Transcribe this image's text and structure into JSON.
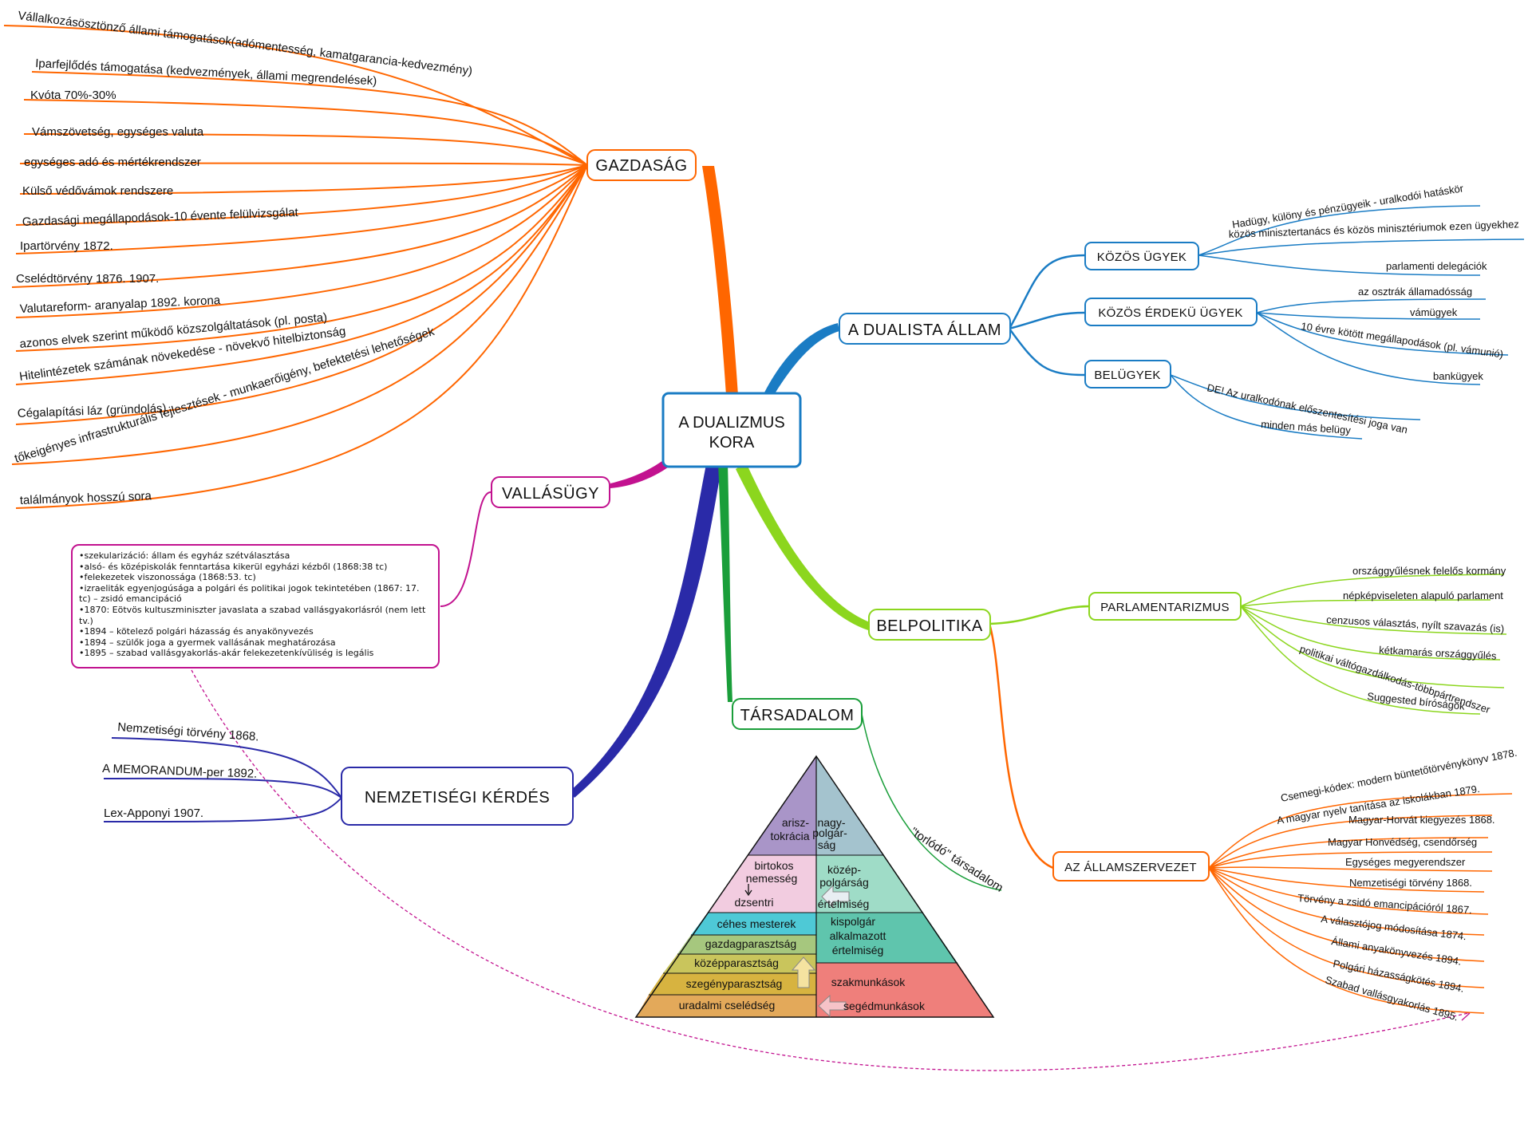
{
  "central": {
    "line1": "A DUALIZMUS",
    "line2": "KORA"
  },
  "gazdasag": {
    "title": "GAZDASÁG",
    "items": [
      "Vállalkozásösztönző állami támogatások(adómentesség, kamatgarancia-kedvezmény)",
      "Iparfejlődés támogatása (kedvezmények, állami megrendelések)",
      "Kvóta 70%-30%",
      "Vámszövetség, egységes valuta",
      "egységes adó és mértékrendszer",
      "Külső védővámok rendszere",
      "Gazdasági megállapodások-10 évente felülvizsgálat",
      "Ipartörvény 1872.",
      "Cselédtörvény 1876. 1907.",
      "Valutareform- aranyalap 1892. korona",
      "azonos elvek szerint működő közszolgáltatások (pl. posta)",
      "Hitelintézetek számának növekedése - növekvő hitelbiztonság",
      "Cégalapítási láz (gründolás)",
      "tőkeigényes infrastrukturális fejlesztések - munkaerőigény, befektetési lehetőségek",
      "találmányok hosszú sora"
    ]
  },
  "vallasugy": {
    "title": "VALLÁSÜGY",
    "notes": [
      "•szekularizáció: állam és egyház szétválasztása",
      "•alsó- és középiskolák fenntartása kikerül egyházi kézből (1868:38 tc)",
      "•felekezetek viszonossága (1868:53. tc)",
      "•izraeliták egyenjogúsága a polgári és politikai jogok tekintetében (1867: 17. tc) – zsidó emancipáció",
      "•1870: Eötvös kultuszminiszter javaslata a szabad vallásgyakorlásról (nem lett tv.)",
      "•1894 – kötelező polgári házasság és anyakönyvezés",
      "•1894 – szülők joga a gyermek vallásának meghatározása",
      "•1895 – szabad vallásgyakorlás-akár felekezetenkívüliség is legális"
    ]
  },
  "nemzetisegi": {
    "title": "NEMZETISÉGI KÉRDÉS",
    "items": [
      "Nemzetiségi törvény 1868.",
      "A MEMORANDUM-per 1892.",
      "Lex-Apponyi 1907."
    ]
  },
  "dualista": {
    "title": "A DUALISTA ÁLLAM",
    "kozos": {
      "title": "KÖZÖS ÜGYEK",
      "items": [
        "Hadügy, különy és pénzügyeik - uralkodói hatáskör",
        "közös minisztertanács és közös minisztériumok ezen ügyekhez",
        "parlamenti delegációk"
      ]
    },
    "kozos_erdeku": {
      "title": "KÖZÖS ÉRDEKÜ ÜGYEK",
      "items": [
        "az osztrák államadósság",
        "vámügyek",
        "10 évre kötött megállapodások (pl. vámunió)",
        "bankügyek"
      ]
    },
    "belugyek": {
      "title": "BELÜGYEK",
      "items": [
        "DE! Az uralkodónak előszentesítési joga van",
        "minden más belügy"
      ]
    }
  },
  "belpolitika": {
    "title": "BELPOLITIKA",
    "parlamentarizmus": {
      "title": "PARLAMENTARIZMUS",
      "items": [
        "országgyűlésnek felelős kormány",
        "népképviseleten alapuló parlament",
        "cenzusos választás, nyílt szavazás (is)",
        "kétkamarás országgyűlés",
        "politikai váltógazdálkodás-többpártrendszer",
        "Suggested bíróságok"
      ]
    },
    "allamszervezet": {
      "title": "AZ ÁLLAMSZERVEZET",
      "items": [
        "Csemegi-kódex: modern büntetőtörvénykönyv 1878.",
        "A magyar nyelv tanítása az iskolákban 1879.",
        "Magyar-Horvát kiegyezés 1868.",
        "Magyar Honvédség, csendőrség",
        "Egységes megyerendszer",
        "Nemzetiségi törvény 1868.",
        "Törvény a zsidó emancipációról 1867.",
        "A választójog módosítása 1874.",
        "Állami anyakönyvezés 1894.",
        "Polgári házasságkötés 1894.",
        "Szabad vallásgyakorlás 1895."
      ]
    }
  },
  "tarsadalom": {
    "title": "TÁRSADALOM",
    "branch_label": "\"torlódó\" társadalom",
    "pyramid": {
      "left": {
        "arisztokracia": [
          "arisz-",
          "tokrácia"
        ],
        "birtokos": [
          "birtokos",
          "nemesség"
        ],
        "dzsentri": "dzsentri",
        "ceh": "céhes mesterek",
        "gazdag": "gazdagparasztság",
        "kozep": "középparasztság",
        "szegeny": "szegényparasztság",
        "uradalmi": "uradalmi cselédség"
      },
      "right": {
        "nagypolg": [
          "nagy-",
          "polgár-",
          "ság"
        ],
        "kozeppolg": [
          "közép-",
          "polgárság"
        ],
        "ertelmiseg": "értelmiség",
        "kispolg": [
          "kispolgár",
          "alkalmazott",
          "értelmiség"
        ],
        "szakmunkasok": "szakmunkások",
        "segedmunkasok": "segédmunkások"
      }
    }
  },
  "colors": {
    "central": "#1a7cc4",
    "gazdasag": "#ff6600",
    "vallas": "#c2128f",
    "nemzetisegi": "#2a2aa8",
    "dualista": "#1a7cc4",
    "belpolitika": "#8cd61e",
    "allamszervezet": "#ff6600",
    "tarsadalom": "#1a9e3a"
  }
}
